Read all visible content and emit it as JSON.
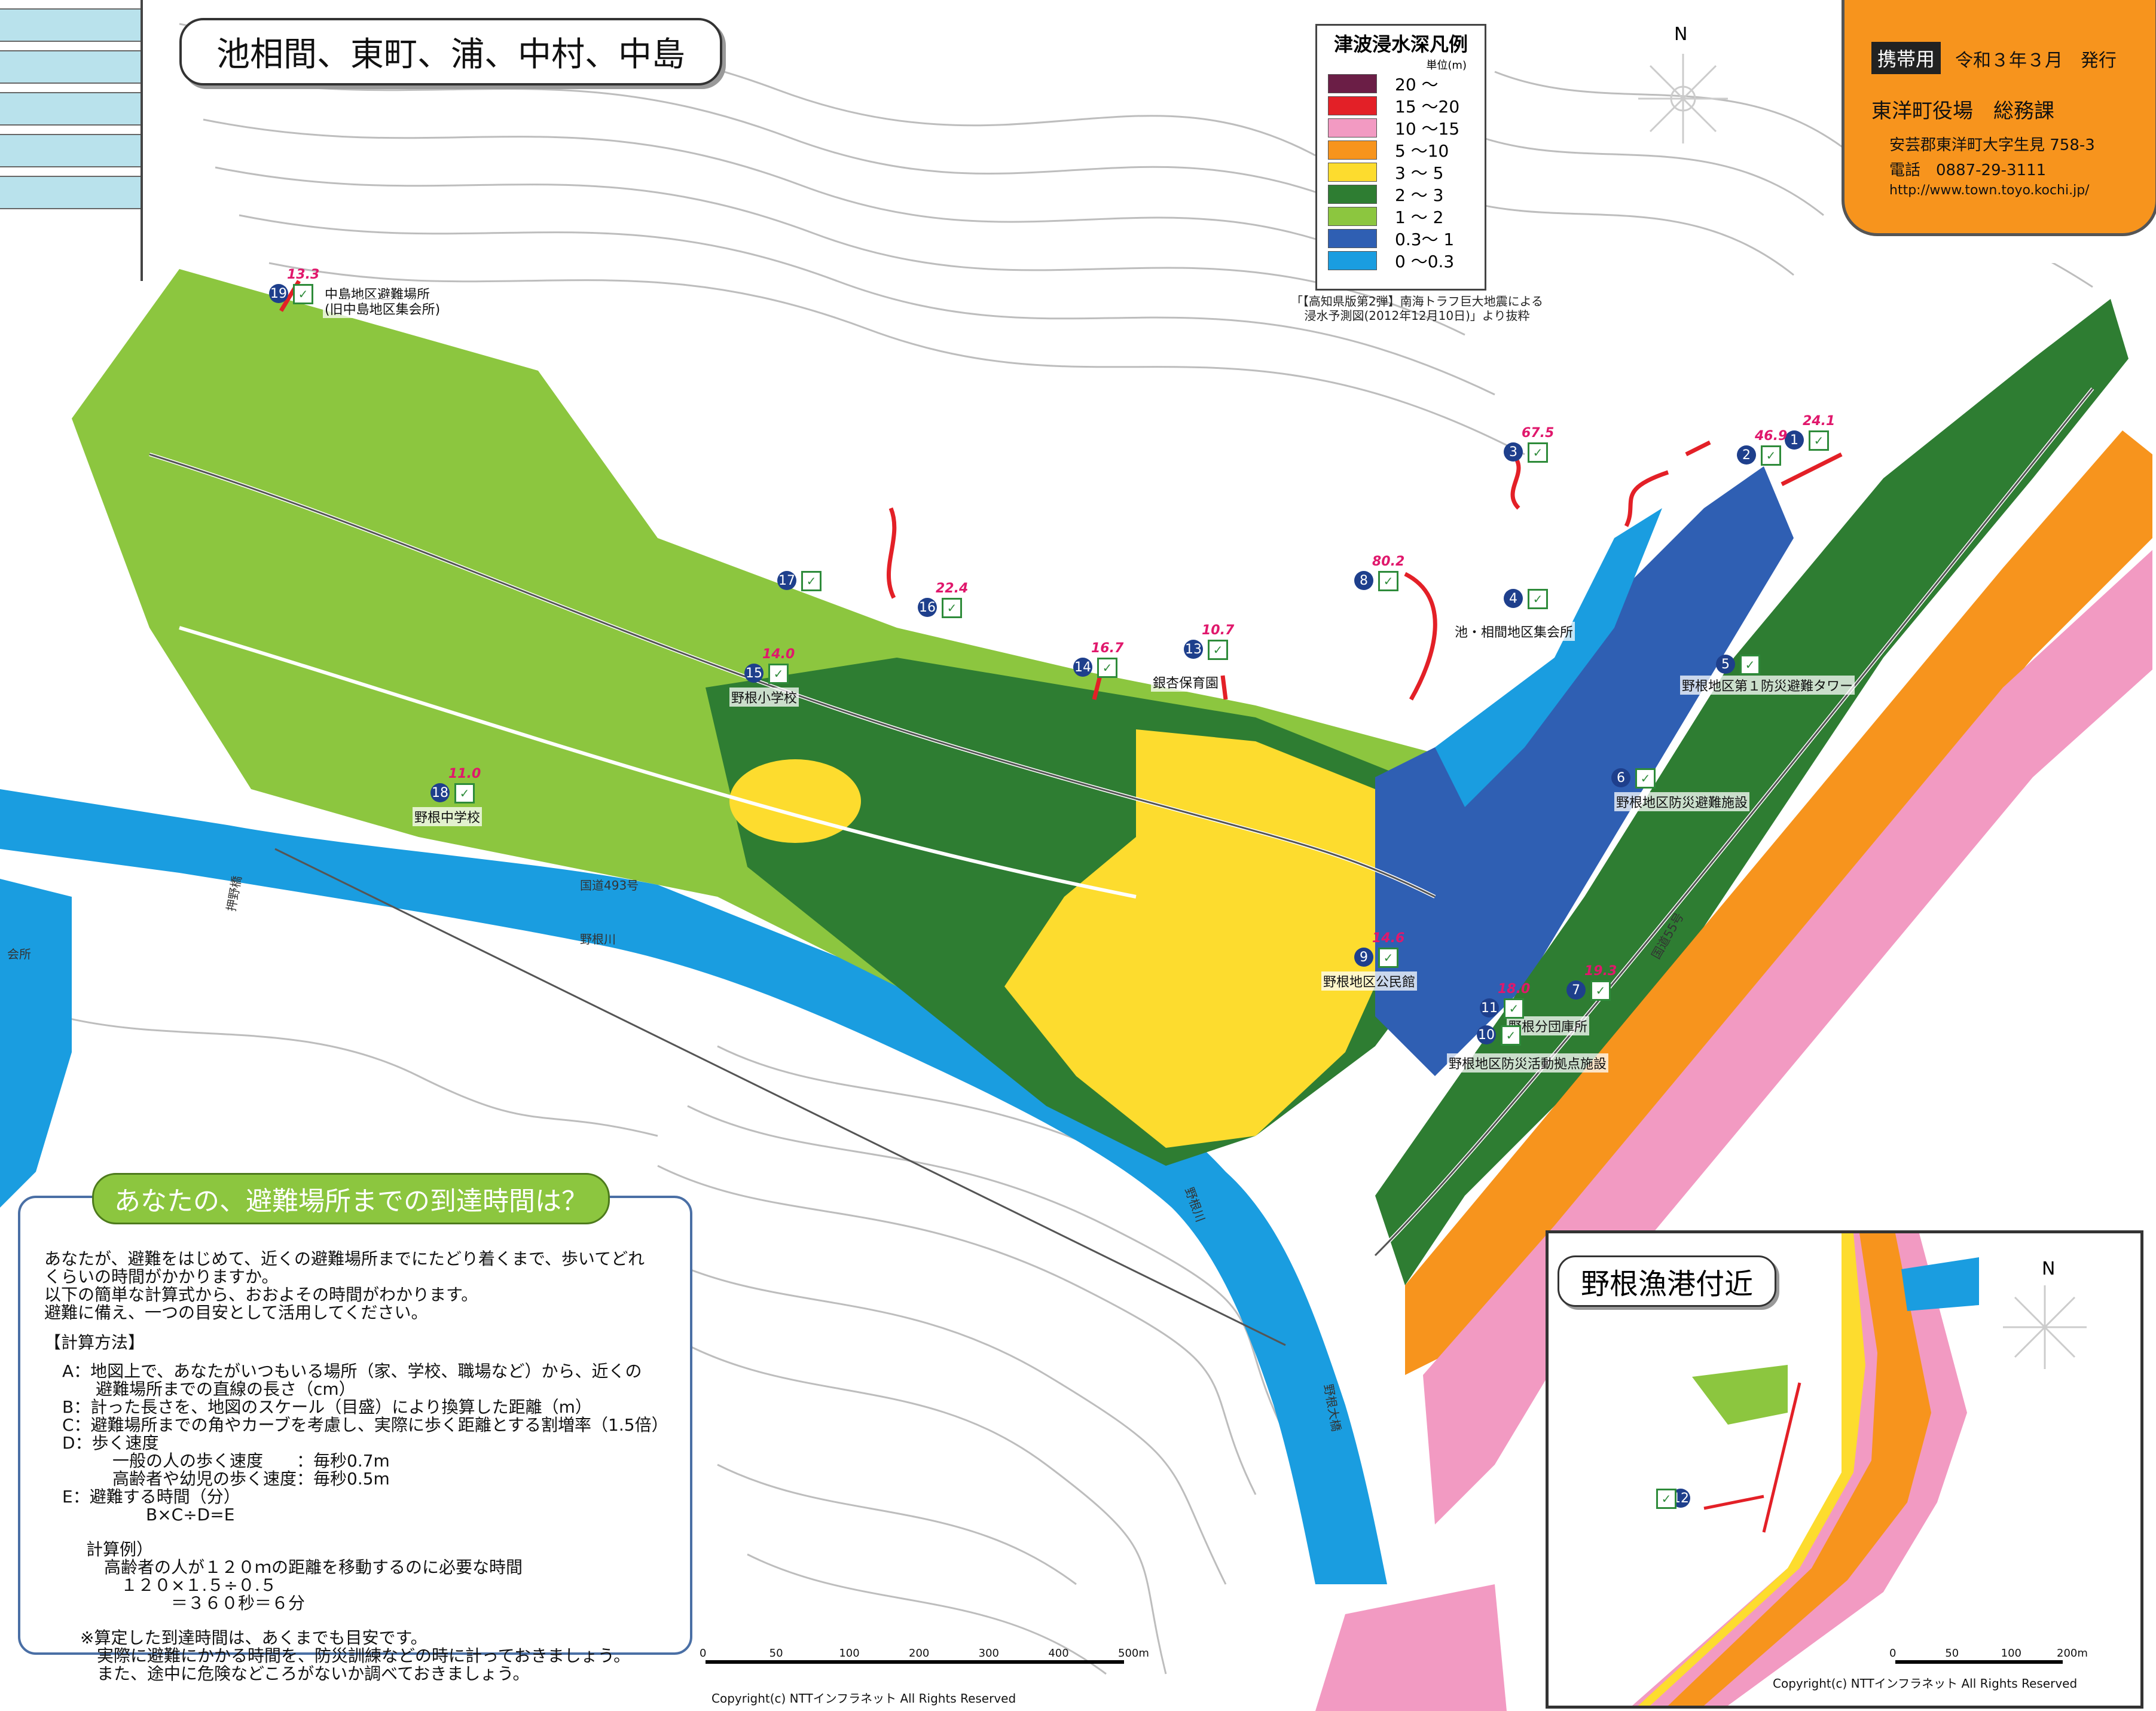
{
  "title": "池相間、東町、浦、中村、中島",
  "legend": {
    "heading": "津波浸水深凡例",
    "unit": "単位(m)",
    "items": [
      {
        "label": "20 ～",
        "color": "#6b1e46"
      },
      {
        "label": "15 ～20",
        "color": "#e32027"
      },
      {
        "label": "10 ～15",
        "color": "#f29ac2"
      },
      {
        "label": "5 ～10",
        "color": "#f7941d"
      },
      {
        "label": "3 ～ 5",
        "color": "#fddc2e"
      },
      {
        "label": "2 ～ 3",
        "color": "#2e7d32"
      },
      {
        "label": "1 ～ 2",
        "color": "#8cc63f"
      },
      {
        "label": "0.3～ 1",
        "color": "#2f5fb3"
      },
      {
        "label": "0 ～0.3",
        "color": "#1a9de0"
      }
    ]
  },
  "source_note": [
    "「【高知県版第2弾】南海トラフ巨大地震による",
    "浸水予測図(2012年12月10日)」より抜粋"
  ],
  "info": {
    "tag": "携帯用",
    "date": "令和３年３月　発行",
    "org": "東洋町役場　総務課",
    "address": "安芸郡東洋町大字生見 758-3",
    "phone": "電話　0887-29-3111",
    "url": "http://www.town.toyo.kochi.jp/"
  },
  "north": "N",
  "shelters": [
    {
      "no": "1",
      "elev": "24.1"
    },
    {
      "no": "2",
      "elev": "46.9"
    },
    {
      "no": "3",
      "elev": "67.5"
    },
    {
      "no": "4",
      "elev": ""
    },
    {
      "no": "5",
      "elev": ""
    },
    {
      "no": "6",
      "elev": ""
    },
    {
      "no": "7",
      "elev": "19.3"
    },
    {
      "no": "8",
      "elev": "80.2"
    },
    {
      "no": "9",
      "elev": "14.6"
    },
    {
      "no": "10",
      "elev": ""
    },
    {
      "no": "11",
      "elev": "18.0"
    },
    {
      "no": "12",
      "elev": ""
    },
    {
      "no": "13",
      "elev": "10.7"
    },
    {
      "no": "14",
      "elev": "16.7"
    },
    {
      "no": "15",
      "elev": "14.0"
    },
    {
      "no": "16",
      "elev": "22.4"
    },
    {
      "no": "17",
      "elev": ""
    },
    {
      "no": "18",
      "elev": "11.0"
    },
    {
      "no": "19",
      "elev": "13.3"
    }
  ],
  "place_labels": {
    "nakajima_shelter": "中島地区避難場所",
    "nakajima_old": "(旧中島地区集会所)",
    "ike_aima": "池・相間地区集会所",
    "tower": "野根地区第１防災避難タワー",
    "bousai": "野根地区防災避難施設",
    "nursery": "銀杏保育園",
    "elementary": "野根小学校",
    "junior_high": "野根中学校",
    "community": "野根地区公民館",
    "fire": "野根分団庫所",
    "base": "野根地区防災活動拠点施設",
    "route493": "国道493号",
    "route55": "国道55号",
    "river1": "野根川",
    "river2": "野根川",
    "bridge1": "押野橋",
    "bridge2": "野根大橋",
    "kaisho": "会所"
  },
  "calc": {
    "caption": "あなたの、避難場所までの到達時間は？",
    "intro": [
      "あなたが、避難をはじめて、近くの避難場所までにたどり着くまで、歩いてどれ",
      "くらいの時間がかかりますか。",
      "以下の簡単な計算式から、おおよその時間がわかります。",
      "避難に備え、一つの目安として活用してください。"
    ],
    "method_heading": "【計算方法】",
    "method": [
      "A：地図上で、あなたがいつもいる場所（家、学校、職場など）から、近くの",
      "　　避難場所までの直線の長さ（cm）",
      "B：計った長さを、地図のスケール（目盛）により換算した距離（m）",
      "C：避難場所までの角やカーブを考慮し、実際に歩く距離とする割増率（1.5倍）",
      "D：歩く速度",
      "　　　一般の人の歩く速度　　：毎秒0.7m",
      "　　　高齢者や幼児の歩く速度：毎秒0.5m",
      "E：避難する時間（分）",
      "　　　　　B×C÷D=E"
    ],
    "example_heading": "計算例）",
    "example": [
      "高齢者の人が１２０ｍの距離を移動するのに必要な時間",
      "　１２０×１.５÷０.５",
      "　　　　＝３６０秒＝６分"
    ],
    "notes": [
      "※算定した到達時間は、あくまでも目安です。",
      "　実際に避難にかかる時間を、防災訓練などの時に計っておきましょう。",
      "　また、途中に危険などころがないか調べておきましょう。"
    ]
  },
  "inset": {
    "title": "野根漁港付近",
    "scale": [
      "0",
      "50",
      "100",
      "200m"
    ],
    "copyright": "Copyright(c) NTTインフラネット All Rights Reserved"
  },
  "scale": [
    "0",
    "50",
    "100",
    "200",
    "300",
    "400",
    "500m"
  ],
  "copyright": "Copyright(c) NTTインフラネット All Rights Reserved"
}
